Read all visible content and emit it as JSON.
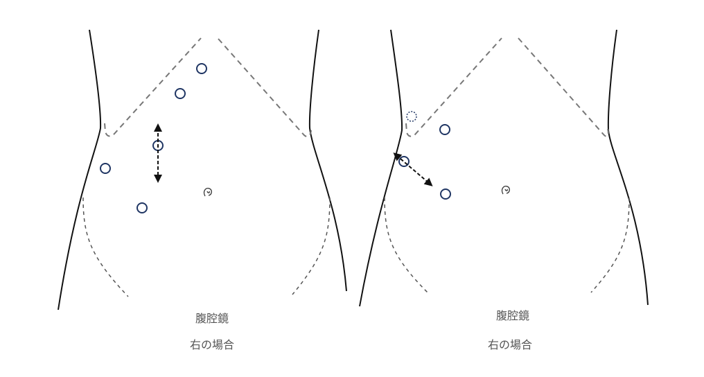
{
  "panels": [
    {
      "caption_line1": "腹腔鏡",
      "caption_line2": "右の場合"
    },
    {
      "caption_line1": "腹腔鏡",
      "caption_line2": "右の場合"
    }
  ],
  "colors": {
    "outline": "#111111",
    "dashed": "#777777",
    "port": "#1f3563",
    "text": "#555555"
  }
}
